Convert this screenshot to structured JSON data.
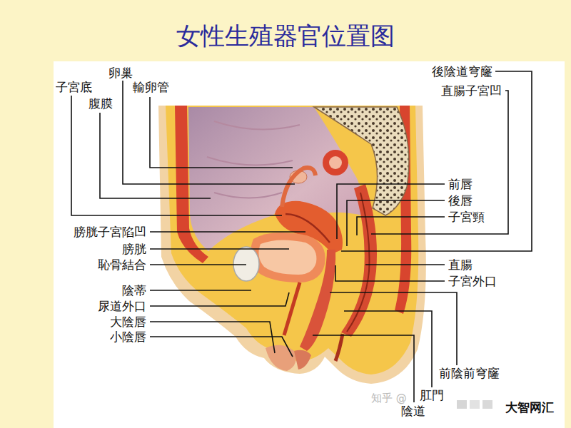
{
  "diagram": {
    "title": "女性生殖器官位置图",
    "labels": [
      "卵巢",
      "子宮底",
      "輸卵管",
      "腹膜",
      "後陰道穹窿",
      "直腸子宮凹",
      "前唇",
      "後唇",
      "子宮頸",
      "膀胱子宮陷凹",
      "膀胱",
      "恥骨結合",
      "直腸",
      "子宮外口",
      "陰蒂",
      "尿道外口",
      "大陰唇",
      "小陰唇",
      "前陰前穹窿",
      "肛門",
      "陰道",
      "知乎 @",
      "大智网汇"
    ]
  }
}
